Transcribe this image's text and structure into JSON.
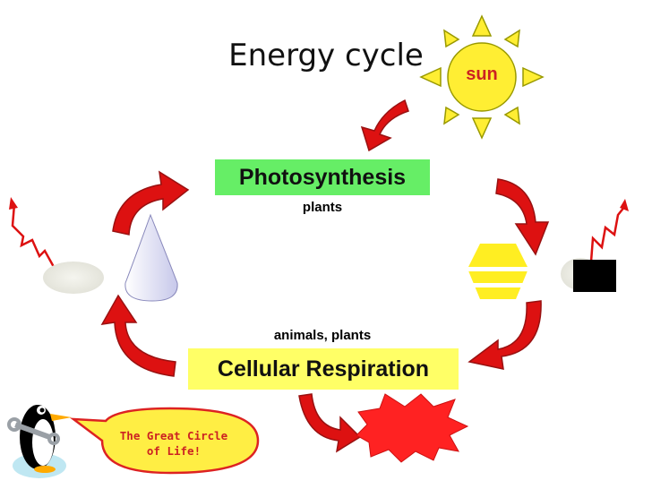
{
  "title": "Energy cycle",
  "sun": {
    "label": "sun"
  },
  "photosynthesis": {
    "label": "Photosynthesis",
    "who": "plants"
  },
  "respiration": {
    "label": "Cellular Respiration",
    "who": "animals, plants"
  },
  "speech_bubble": {
    "line1": "The Great Circle",
    "line2": "of Life!"
  },
  "colors": {
    "arrow_red": "#dd1111",
    "photosynthesis_bg": "#66ee66",
    "respiration_bg": "#ffff66",
    "sun_fill": "#ffee33",
    "sun_text": "#cc2222",
    "explosion": "#ff2222",
    "bubble_fill": "#ffee44",
    "bubble_text": "#cc2222"
  },
  "icons": [
    "sun-icon",
    "curved-arrow-icon",
    "lightning-icon",
    "water-drop-icon",
    "glucose-hexagon-icon",
    "black-box-icon",
    "explosion-icon",
    "penguin-icon",
    "wrench-icon",
    "speech-bubble-icon"
  ]
}
